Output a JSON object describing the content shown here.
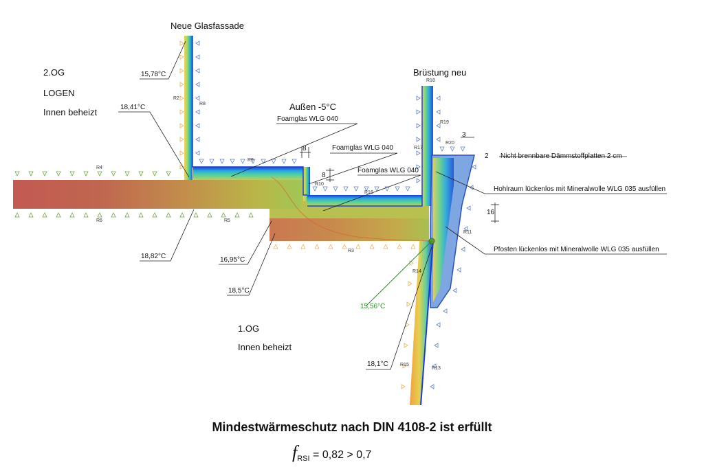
{
  "labels": {
    "neue_glasfassade": "Neue Glasfassade",
    "og2": "2.OG",
    "logen": "LOGEN",
    "innen_beheizt_top": "Innen beheizt",
    "aussen": "Außen -5°C",
    "bruestung": "Brüstung neu",
    "og1": "1.OG",
    "innen_beheizt_bottom": "Innen beheizt"
  },
  "temperatures": {
    "t1": "15,78°C",
    "t2": "18,41°C",
    "t3": "18,82°C",
    "t4": "16,95°C",
    "t5": "18,5°C",
    "t6": "15,56°C",
    "t7": "18,1°C"
  },
  "callouts": {
    "foam1": "Foamglas WLG 040",
    "foam2": "Foamglas WLG 040",
    "foam3": "Foamglas WLG 040",
    "daemm": "Nicht brennbare Dämmstoffplatten 2 cm",
    "hohlraum": "Hohlraum lückenlos mit Mineralwolle WLG 035 ausfüllen",
    "pfosten": "Pfosten lückenlos mit Mineralwolle WLG 035 ausfüllen"
  },
  "dimensions": {
    "d8a": "8",
    "d8b": "8",
    "d2": "2",
    "d3": "3",
    "d16": "16"
  },
  "boundaries": [
    "R4",
    "R5",
    "R6",
    "R9",
    "R10",
    "R16",
    "R17",
    "R18",
    "R19",
    "R20",
    "R11",
    "R14",
    "R13",
    "R15",
    "R3",
    "R2",
    "R8"
  ],
  "result": {
    "statement": "Mindestwärmeschutz nach DIN 4108-2 ist erfüllt",
    "symbol": "f",
    "subscript": "RSI",
    "value": "= 0,82 > 0,7"
  },
  "colors": {
    "warm": "#c0504d",
    "mid": "#b8a040",
    "cold": "#1f5fd8",
    "insulation_fill": "#7ea6e0",
    "green_line": "#2e8b2e",
    "arrow_inside": "#e8b060",
    "arrow_outside": "#6080c0"
  }
}
